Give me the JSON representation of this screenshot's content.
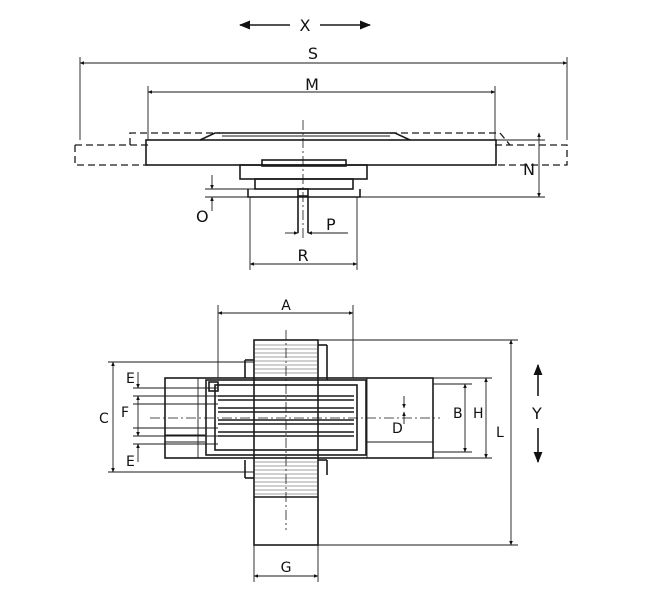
{
  "labels": {
    "X": "X",
    "S": "S",
    "M": "M",
    "N": "N",
    "O": "O",
    "P": "P",
    "R": "R",
    "A": "A",
    "B": "B",
    "C": "C",
    "D": "D",
    "E_top": "E",
    "E_bottom": "E",
    "F": "F",
    "G": "G",
    "H": "H",
    "L": "L",
    "Y": "Y"
  }
}
